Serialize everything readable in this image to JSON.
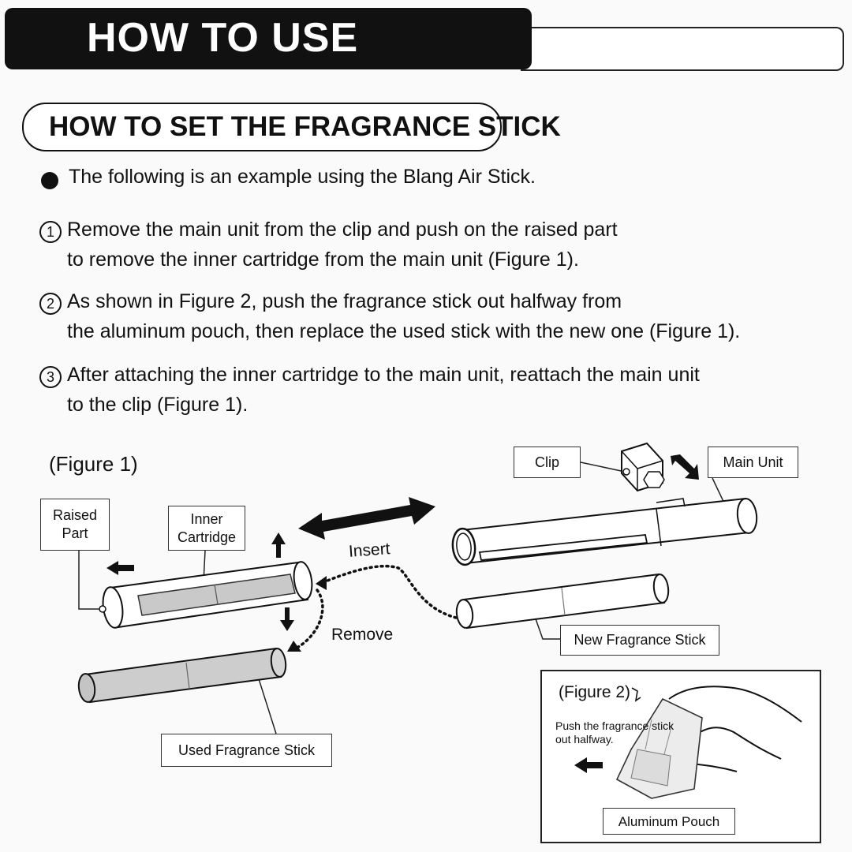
{
  "header": {
    "title": "HOW TO USE"
  },
  "section": {
    "title": "HOW TO SET THE FRAGRANCE STICK"
  },
  "intro": "The following is an example using the Blang Air Stick.",
  "steps": [
    {
      "num": "1",
      "line1": "Remove the main unit from the clip and push on the raised part",
      "line2": "to remove the inner cartridge from the main unit (Figure 1)."
    },
    {
      "num": "2",
      "line1": "As shown in Figure 2, push the fragrance stick out halfway from",
      "line2": "the aluminum pouch, then replace the used stick with the new one (Figure 1)."
    },
    {
      "num": "3",
      "line1": "After attaching the inner cartridge to the main unit, reattach the main unit",
      "line2": "to the clip (Figure 1)."
    }
  ],
  "figure1": {
    "title": "(Figure 1)",
    "labels": {
      "raised_part_1": "Raised",
      "raised_part_2": "Part",
      "inner_cartridge_1": "Inner",
      "inner_cartridge_2": "Cartridge",
      "clip": "Clip",
      "main_unit": "Main Unit",
      "insert": "Insert",
      "remove": "Remove",
      "new_stick": "New Fragrance Stick",
      "used_stick": "Used Fragrance Stick"
    }
  },
  "figure2": {
    "title": "(Figure 2)",
    "instruction_1": "Push the fragrance stick",
    "instruction_2": "out halfway.",
    "pouch_label": "Aluminum Pouch"
  }
}
